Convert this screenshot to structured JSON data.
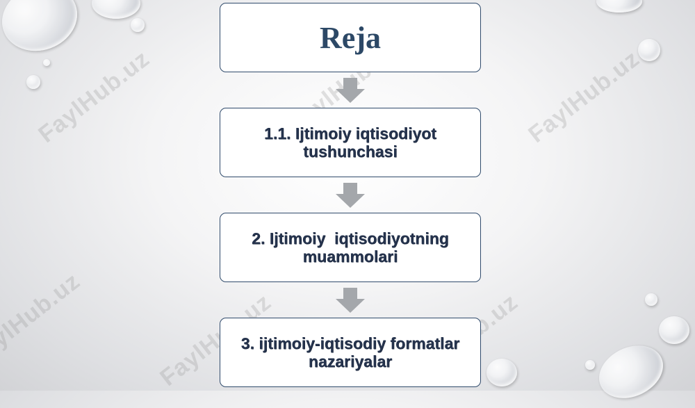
{
  "title": "Reja",
  "items": [
    "1.1. Ijtimoiy iqtisodiyot tushunchasi",
    "2. Ijtimoiy  iqtisodiyotning muammolari",
    "3. ijtimoiy-iqtisodiy formatlar nazariyalar"
  ],
  "watermark": "FaylHub.uz",
  "colors": {
    "title": "#2c4866",
    "item_text": "#25334d",
    "box_border": "#2f4a6b",
    "arrow": "#a4a7ab",
    "background": "#f4f4f5"
  }
}
